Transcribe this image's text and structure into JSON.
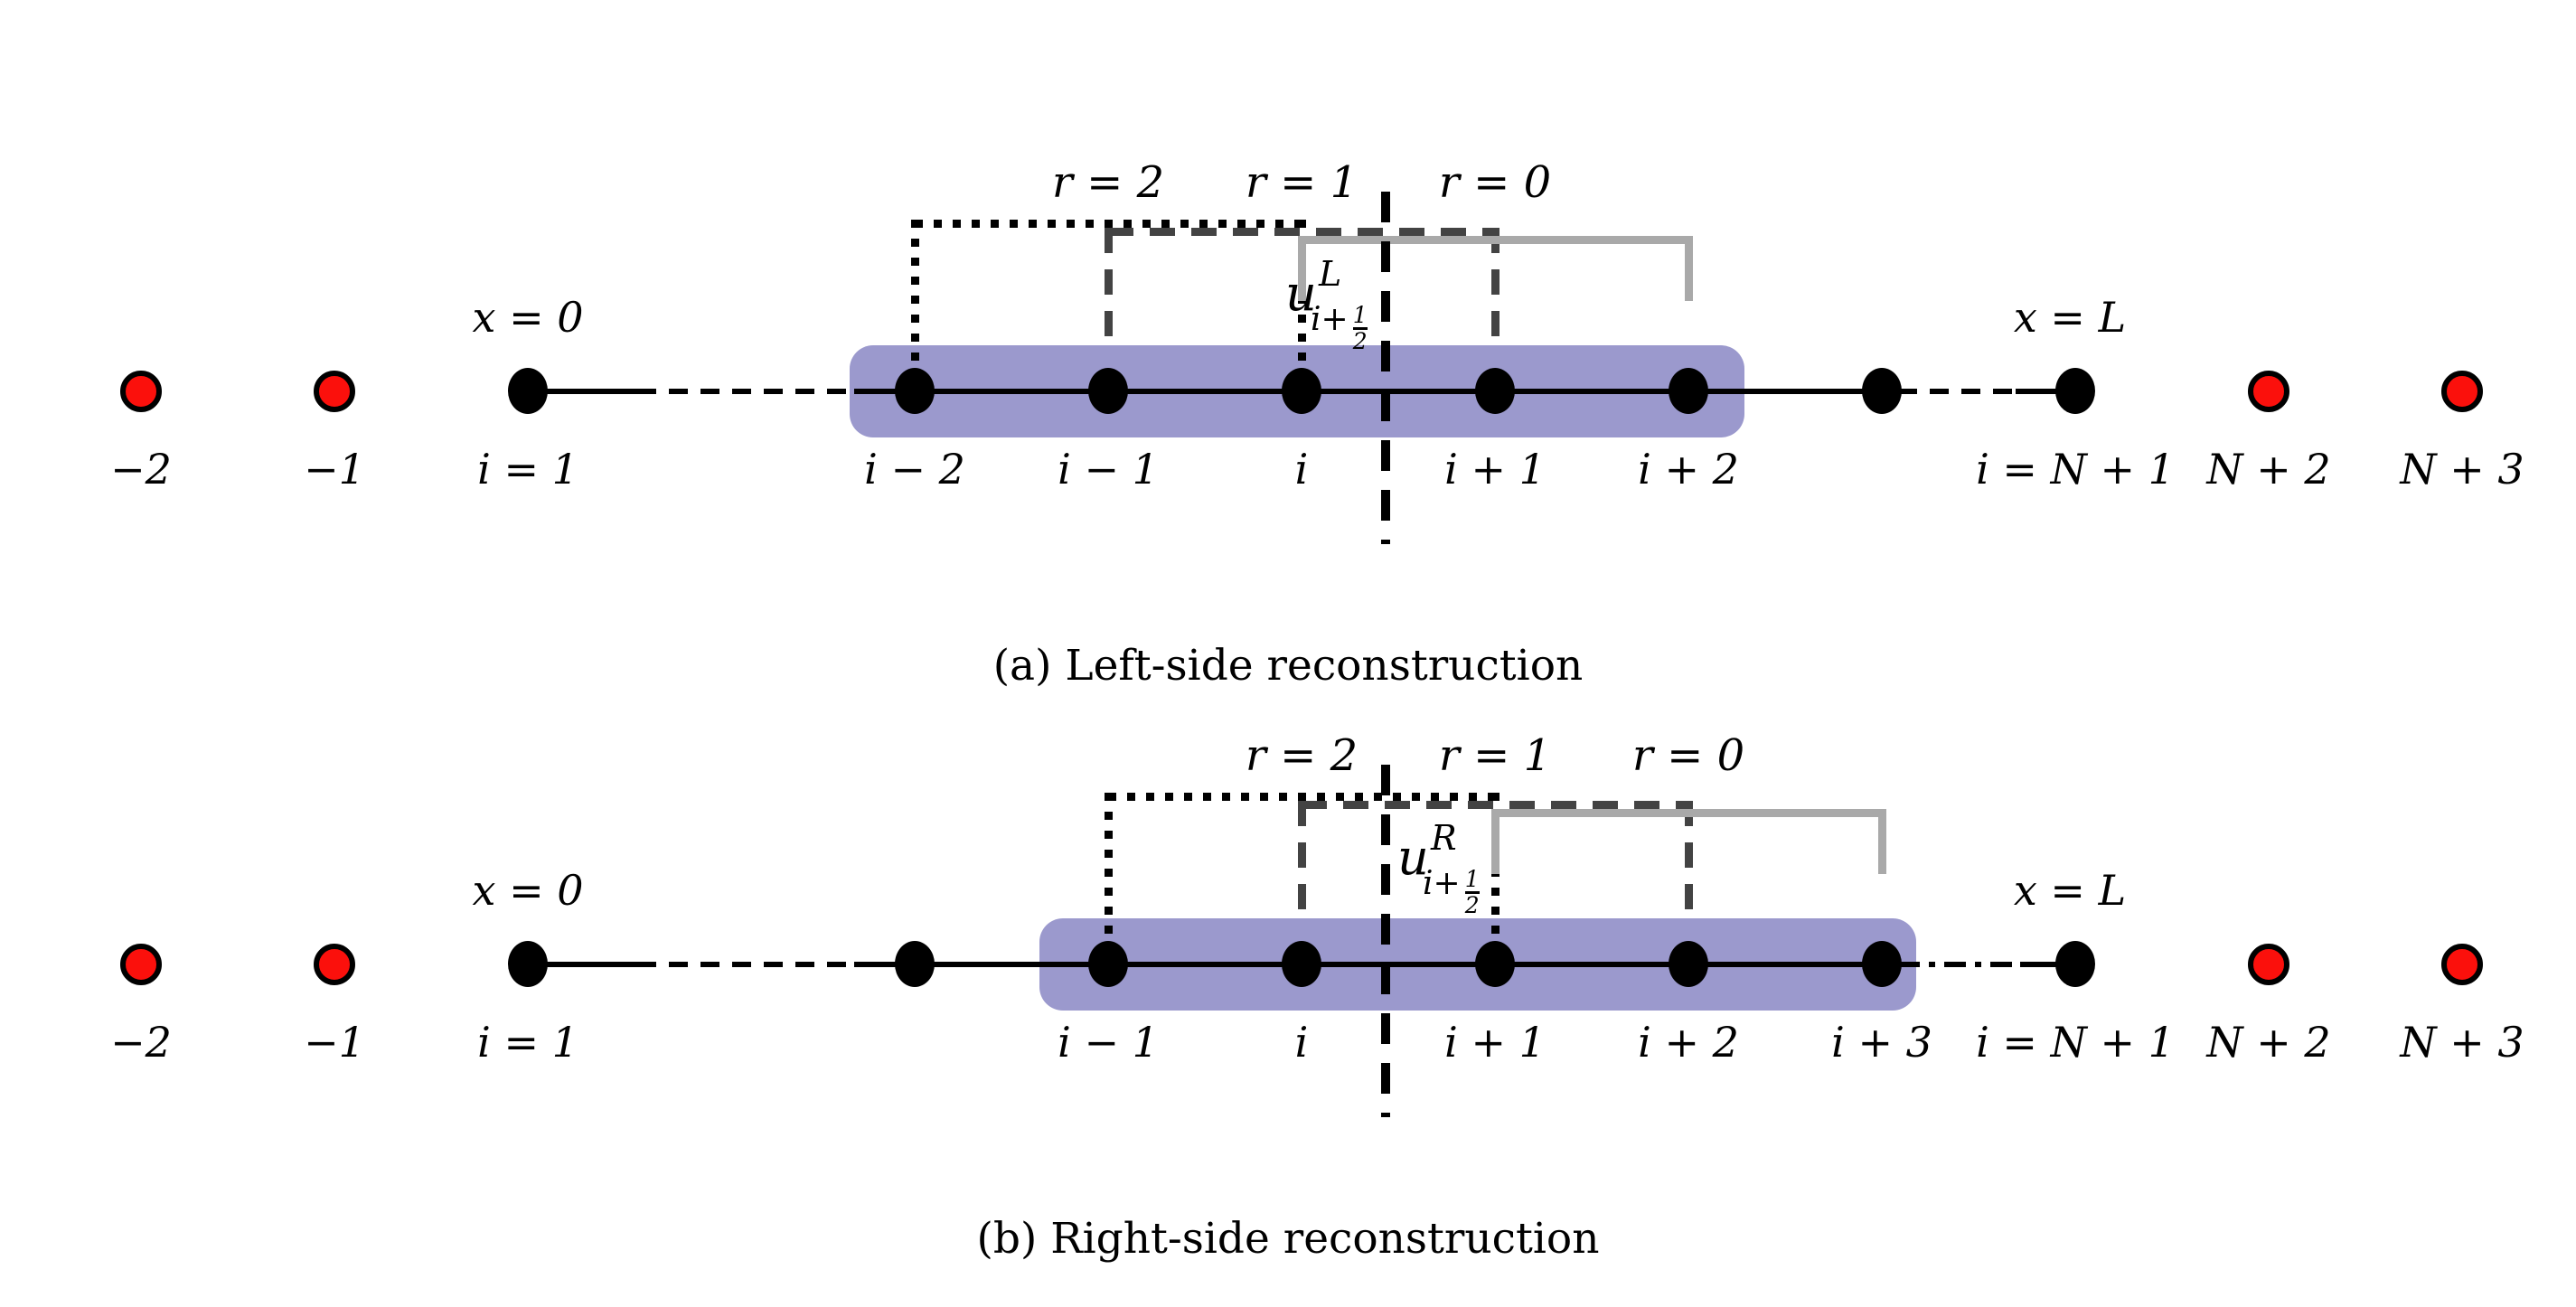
{
  "colors": {
    "stencil_box": "#9b99cd",
    "ghost_node": "#fb100c",
    "grid_node": "#000000",
    "bracket_r2": "#000000",
    "bracket_r1": "#434343",
    "bracket_r0": "#a9a9a9"
  },
  "panels": [
    {
      "name": "a",
      "caption": "(a) Left-side reconstruction",
      "domain_left_label": "x = 0",
      "domain_right_label": "x = L",
      "stencil_labels": [
        "r = 2",
        "r = 1",
        "r = 0"
      ],
      "interface_value_label": {
        "base": "u",
        "superscript": "L",
        "subscript_prefix": "i+",
        "fraction_numerator": "1",
        "fraction_denominator": "2"
      },
      "node_labels": [
        "−2",
        "−1",
        "i = 1",
        "i − 2",
        "i − 1",
        "i",
        "i + 1",
        "i + 2",
        "i = N + 1",
        "N + 2",
        "N + 3"
      ]
    },
    {
      "name": "b",
      "caption": "(b) Right-side reconstruction",
      "domain_left_label": "x = 0",
      "domain_right_label": "x = L",
      "stencil_labels": [
        "r = 2",
        "r = 1",
        "r = 0"
      ],
      "interface_value_label": {
        "base": "u",
        "superscript": "R",
        "subscript_prefix": "i+",
        "fraction_numerator": "1",
        "fraction_denominator": "2"
      },
      "node_labels": [
        "−2",
        "−1",
        "i = 1",
        "i − 1",
        "i",
        "i + 1",
        "i + 2",
        "i + 3",
        "i = N + 1",
        "N + 2",
        "N + 3"
      ]
    }
  ]
}
